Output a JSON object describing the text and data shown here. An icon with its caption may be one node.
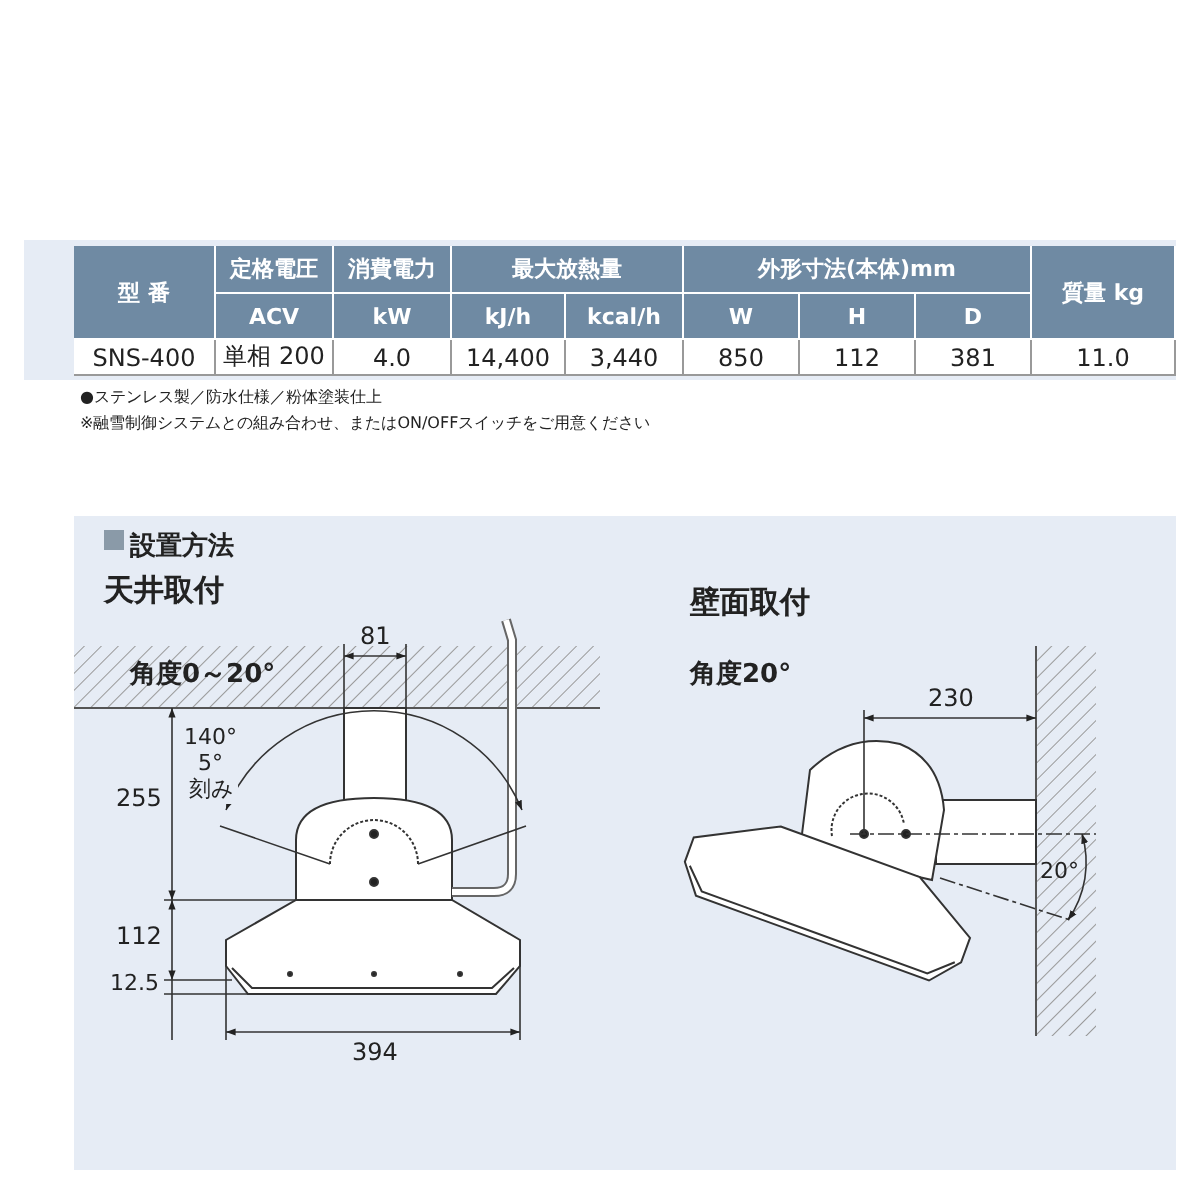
{
  "diagram": {
    "nodes": [
      {
        "text": [
          "設置方法"
        ]
      }
    ],
    "labels": [
      "型 番",
      "定格電圧",
      "消費電力",
      "最大放熱量",
      "外形寸法(本体)mm",
      "質量 kg",
      "ACV",
      "kW",
      "kJ/h",
      "kcal/h",
      "W",
      "H",
      "D",
      "SNS-400",
      "単相 200",
      "4.0",
      "14,400",
      "3,440",
      "850",
      "112",
      "381",
      "11.0",
      "●ステンレス製／防水仕様／粉体塗装仕上",
      "※融雪制御システムとの組み合わせ、またはON/OFFスイッチをご用意ください",
      "天井取付",
      "角度0～20°",
      "81",
      "140° 5°刻み",
      "255",
      "112",
      "12.5",
      "394",
      "壁面取付",
      "角度20°",
      "230",
      "20°"
    ]
  }
}
